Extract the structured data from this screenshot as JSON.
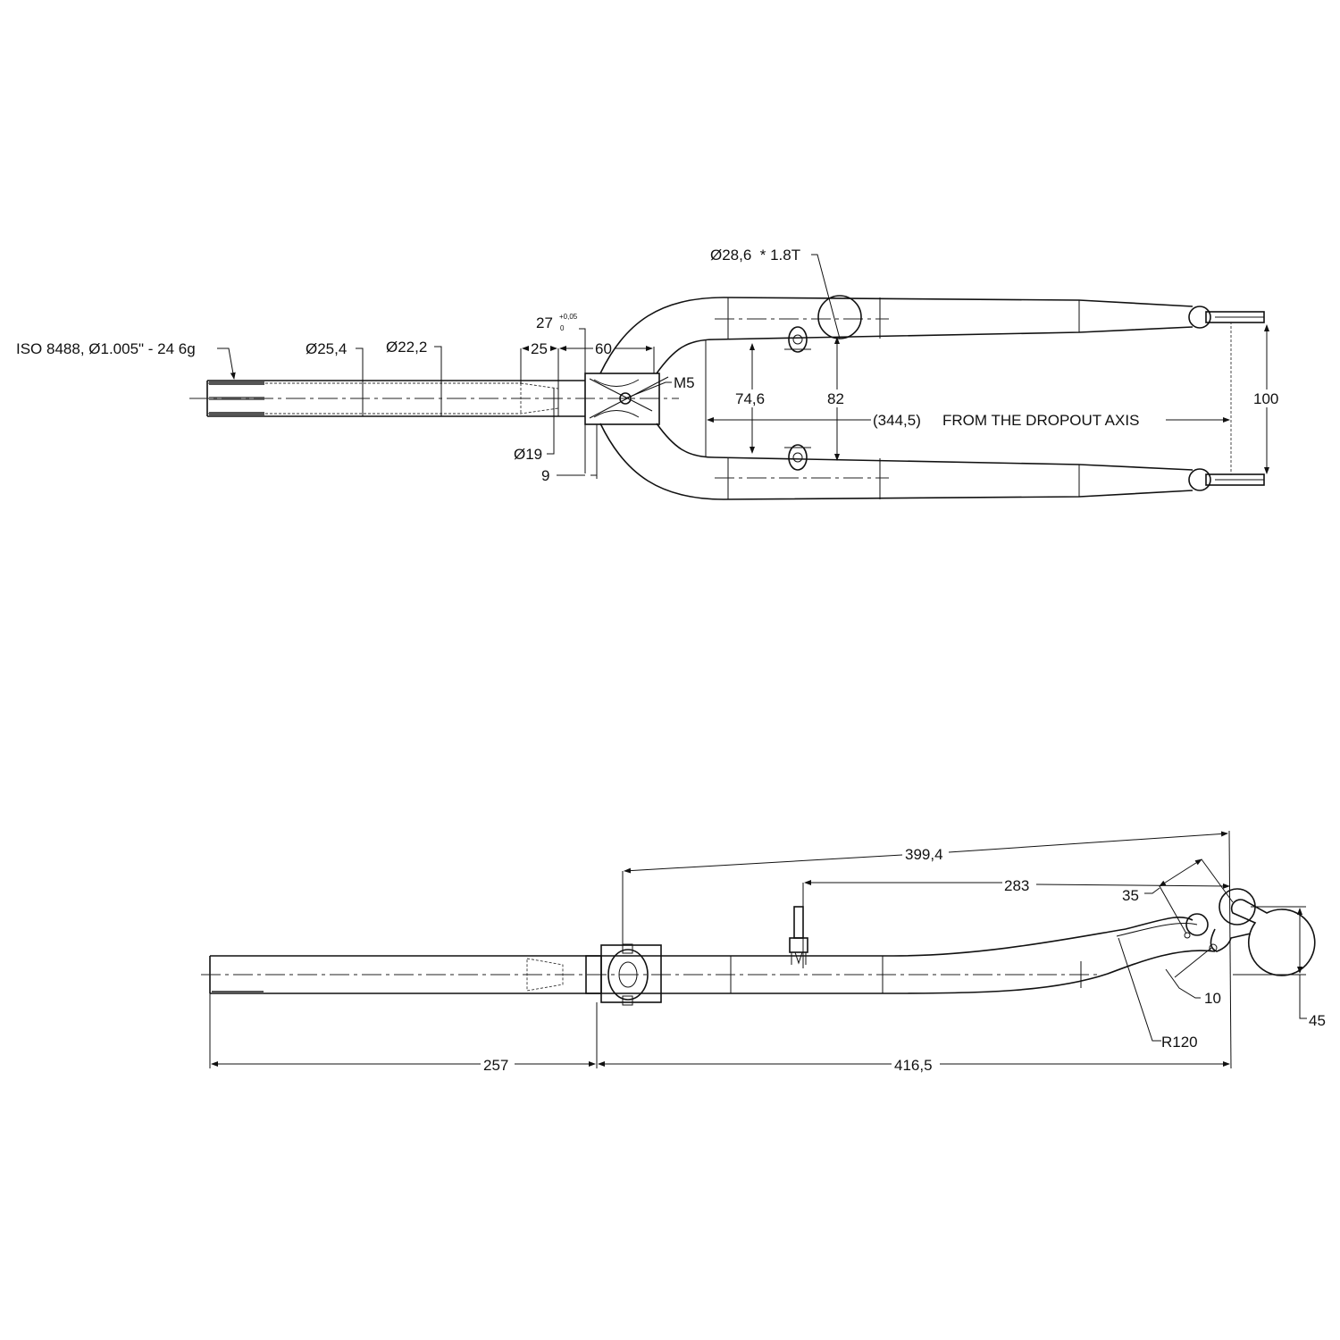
{
  "top_view": {
    "thread_spec": "ISO 8488, Ø1.005\" - 24 6g",
    "dia_steerer": "Ø25,4",
    "dia_inner": "Ø22,2",
    "len_25": "25",
    "len_60": "60",
    "crown_27": "27",
    "tol_upper": "+0,05",
    "tol_lower": "0",
    "bolt_m5": "M5",
    "dia_19": "Ø19",
    "len_9": "9",
    "blade_tube": "Ø28,6  * 1.8T",
    "width_74_6": "74,6",
    "width_82": "82",
    "length_344_5": "(344,5)",
    "from_dropout": "FROM THE DROPOUT AXIS",
    "dropout_width": "100"
  },
  "side_view": {
    "len_399_4": "399,4",
    "len_283": "283",
    "len_35": "35",
    "len_10": "10",
    "radius": "R120",
    "offset_45": "45",
    "len_257": "257",
    "len_416_5": "416,5"
  }
}
